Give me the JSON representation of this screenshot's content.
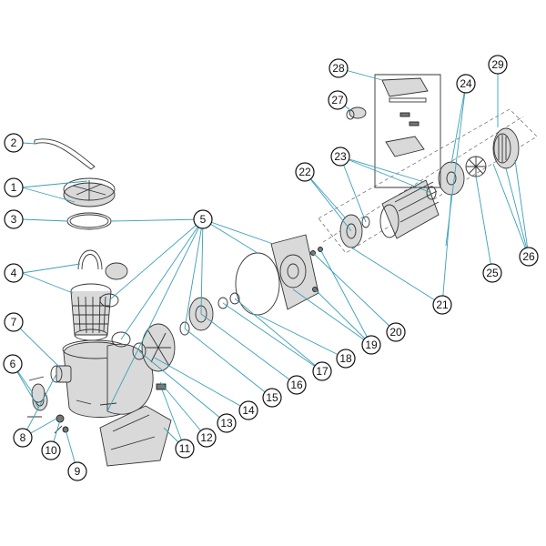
{
  "diagram": {
    "accent_leader_color": "#3aa0b8",
    "callouts": [
      {
        "id": "c1",
        "label": "1"
      },
      {
        "id": "c2",
        "label": "2"
      },
      {
        "id": "c3",
        "label": "3"
      },
      {
        "id": "c4",
        "label": "4"
      },
      {
        "id": "c5",
        "label": "5"
      },
      {
        "id": "c6",
        "label": "6"
      },
      {
        "id": "c7",
        "label": "7"
      },
      {
        "id": "c8",
        "label": "8"
      },
      {
        "id": "c9",
        "label": "9"
      },
      {
        "id": "c10",
        "label": "10"
      },
      {
        "id": "c11",
        "label": "11"
      },
      {
        "id": "c12",
        "label": "12"
      },
      {
        "id": "c13",
        "label": "13"
      },
      {
        "id": "c14",
        "label": "14"
      },
      {
        "id": "c15",
        "label": "15"
      },
      {
        "id": "c16",
        "label": "16"
      },
      {
        "id": "c17",
        "label": "17"
      },
      {
        "id": "c18",
        "label": "18"
      },
      {
        "id": "c19",
        "label": "19"
      },
      {
        "id": "c20",
        "label": "20"
      },
      {
        "id": "c21",
        "label": "21"
      },
      {
        "id": "c22",
        "label": "22"
      },
      {
        "id": "c23",
        "label": "23"
      },
      {
        "id": "c24",
        "label": "24"
      },
      {
        "id": "c25",
        "label": "25"
      },
      {
        "id": "c26",
        "label": "26"
      },
      {
        "id": "c27",
        "label": "27"
      },
      {
        "id": "c28",
        "label": "28"
      },
      {
        "id": "c29",
        "label": "29"
      }
    ]
  }
}
